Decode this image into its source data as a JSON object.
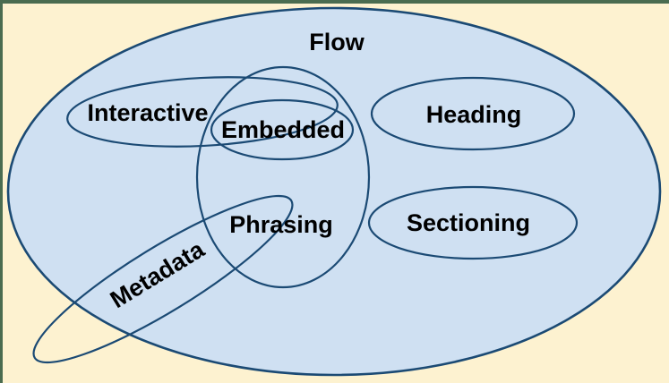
{
  "colors": {
    "background_color": "#fdf2d0",
    "frame_border_color": "#4a6c50",
    "set_fill": "#cfe0f2",
    "set_stroke": "#1b4a74",
    "label_color": "#000000"
  },
  "diagram": {
    "outer_set_label": "Flow",
    "sets": [
      {
        "label": "Interactive"
      },
      {
        "label": "Embedded"
      },
      {
        "label": "Phrasing"
      },
      {
        "label": "Heading"
      },
      {
        "label": "Sectioning"
      },
      {
        "label": "Metadata"
      }
    ]
  }
}
